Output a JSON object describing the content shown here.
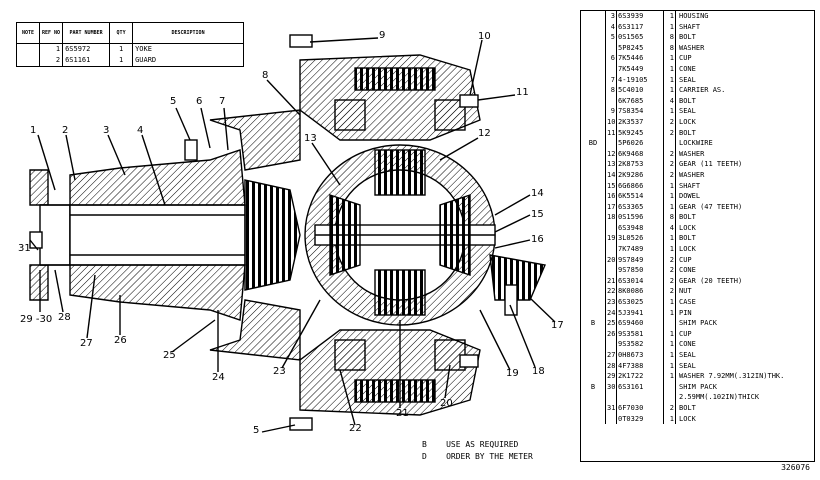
{
  "top_table": {
    "headers": [
      "NOTE",
      "REF NO",
      "PART NUMBER",
      "QTY",
      "DESCRIPTION"
    ],
    "rows": [
      {
        "note": "",
        "ref": "1",
        "part": "6S5972",
        "qty": "1",
        "desc": "YOKE"
      },
      {
        "note": "",
        "ref": "2",
        "part": "6S1161",
        "qty": "1",
        "desc": "GUARD"
      }
    ]
  },
  "parts_list": [
    {
      "note": "",
      "ref": "3",
      "part": "6S3939",
      "qty": "1",
      "desc": "HOUSING"
    },
    {
      "note": "",
      "ref": "4",
      "part": "6S3117",
      "qty": "1",
      "desc": "SHAFT"
    },
    {
      "note": "",
      "ref": "5",
      "part": "0S1565",
      "qty": "8",
      "desc": "BOLT"
    },
    {
      "note": "",
      "ref": "",
      "part": "5P8245",
      "qty": "8",
      "desc": "WASHER"
    },
    {
      "note": "",
      "ref": "6",
      "part": "7K5446",
      "qty": "1",
      "desc": "CUP"
    },
    {
      "note": "",
      "ref": "",
      "part": "7K5449",
      "qty": "1",
      "desc": "CONE"
    },
    {
      "note": "",
      "ref": "7",
      "part": "4-19105",
      "qty": "1",
      "desc": "SEAL"
    },
    {
      "note": "",
      "ref": "8",
      "part": "5C4010",
      "qty": "1",
      "desc": "CARRIER AS."
    },
    {
      "note": "",
      "ref": "",
      "part": "6K7685",
      "qty": "4",
      "desc": "  BOLT"
    },
    {
      "note": "",
      "ref": "9",
      "part": "7S8354",
      "qty": "1",
      "desc": "SEAL"
    },
    {
      "note": "",
      "ref": "10",
      "part": "2K3537",
      "qty": "2",
      "desc": "LOCK"
    },
    {
      "note": "",
      "ref": "11",
      "part": "5K9245",
      "qty": "2",
      "desc": "BOLT"
    },
    {
      "note": "BD",
      "ref": "",
      "part": "5P6026",
      "qty": "",
      "desc": "LOCKWIRE"
    },
    {
      "note": "",
      "ref": "12",
      "part": "6K9468",
      "qty": "2",
      "desc": "WASHER"
    },
    {
      "note": "",
      "ref": "13",
      "part": "2K8753",
      "qty": "2",
      "desc": "GEAR (11 TEETH)"
    },
    {
      "note": "",
      "ref": "14",
      "part": "2K9286",
      "qty": "2",
      "desc": "WASHER"
    },
    {
      "note": "",
      "ref": "15",
      "part": "6G6866",
      "qty": "1",
      "desc": "SHAFT"
    },
    {
      "note": "",
      "ref": "16",
      "part": "6K5514",
      "qty": "1",
      "desc": "DOWEL"
    },
    {
      "note": "",
      "ref": "17",
      "part": "6S3365",
      "qty": "1",
      "desc": "GEAR (47 TEETH)"
    },
    {
      "note": "",
      "ref": "18",
      "part": "0S1596",
      "qty": "8",
      "desc": "BOLT"
    },
    {
      "note": "",
      "ref": "",
      "part": "6S3948",
      "qty": "4",
      "desc": "LOCK"
    },
    {
      "note": "",
      "ref": "19",
      "part": "3L0526",
      "qty": "1",
      "desc": "BOLT"
    },
    {
      "note": "",
      "ref": "",
      "part": "7K7489",
      "qty": "1",
      "desc": "LOCK"
    },
    {
      "note": "",
      "ref": "20",
      "part": "9S7849",
      "qty": "2",
      "desc": "CUP"
    },
    {
      "note": "",
      "ref": "",
      "part": "9S7850",
      "qty": "2",
      "desc": "CONE"
    },
    {
      "note": "",
      "ref": "21",
      "part": "6S3014",
      "qty": "2",
      "desc": "GEAR (20 TEETH)"
    },
    {
      "note": "",
      "ref": "22",
      "part": "8K0086",
      "qty": "2",
      "desc": "NUT"
    },
    {
      "note": "",
      "ref": "23",
      "part": "6S3025",
      "qty": "1",
      "desc": "CASE"
    },
    {
      "note": "",
      "ref": "24",
      "part": "5J3941",
      "qty": "1",
      "desc": "PIN"
    },
    {
      "note": "B",
      "ref": "25",
      "part": "6S9460",
      "qty": "",
      "desc": "SHIM PACK"
    },
    {
      "note": "",
      "ref": "26",
      "part": "9S3581",
      "qty": "1",
      "desc": "CUP"
    },
    {
      "note": "",
      "ref": "",
      "part": "9S3582",
      "qty": "1",
      "desc": "CONE"
    },
    {
      "note": "",
      "ref": "27",
      "part": "0H8673",
      "qty": "1",
      "desc": "SEAL"
    },
    {
      "note": "",
      "ref": "28",
      "part": "4F7388",
      "qty": "1",
      "desc": "SEAL"
    },
    {
      "note": "",
      "ref": "29",
      "part": "2K1722",
      "qty": "1",
      "desc": "WASHER 7.92MM(.312IN)THK."
    },
    {
      "note": "B",
      "ref": "30",
      "part": "6S3161",
      "qty": "",
      "desc": "SHIM PACK"
    },
    {
      "note": "",
      "ref": "",
      "part": "",
      "qty": "",
      "desc": "2.59MM(.102IN)THICK"
    },
    {
      "note": "",
      "ref": "31",
      "part": "6F7030",
      "qty": "2",
      "desc": "BOLT"
    },
    {
      "note": "",
      "ref": "",
      "part": "0T0329",
      "qty": "1",
      "desc": "LOCK"
    }
  ],
  "callouts": [
    "1",
    "2",
    "3",
    "4",
    "5",
    "6",
    "7",
    "8",
    "9",
    "10",
    "11",
    "12",
    "13",
    "14",
    "15",
    "16",
    "17",
    "18",
    "19",
    "20",
    "21",
    "22",
    "23",
    "24",
    "25",
    "26",
    "27",
    "28",
    "29 -30",
    "31",
    "5"
  ],
  "legend": {
    "b": "B    USE AS REQUIRED",
    "d": "D    ORDER BY THE METER"
  },
  "drawing_number": "326076"
}
